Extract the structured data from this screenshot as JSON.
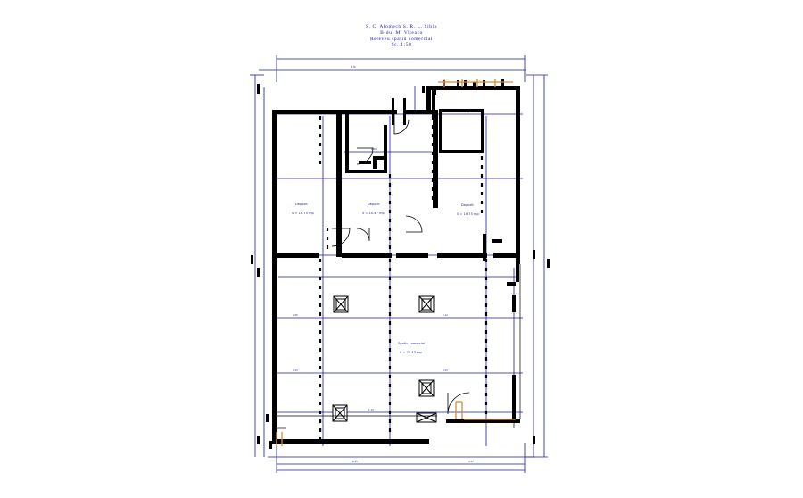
{
  "title": {
    "line1": "S. C. Alomech S. R. L. Sibiu",
    "line2": "B-dul M. Viteazu",
    "line3": "Releveu spatiu comercial",
    "line4": "Sc. 1:50"
  },
  "rooms": [
    {
      "name": "Depozit",
      "area": "S = 16.75 mp"
    },
    {
      "name": "Depozit",
      "area": "S = 10.47 mp"
    },
    {
      "name": "Depozit",
      "area": "S = 16.75 mp"
    },
    {
      "name": "Spatiu comercial",
      "area": "S = 75.43 mp"
    }
  ],
  "colors": {
    "walls": "#000000",
    "dimensions": "#1a1aa8",
    "doors": "#d9892b"
  }
}
